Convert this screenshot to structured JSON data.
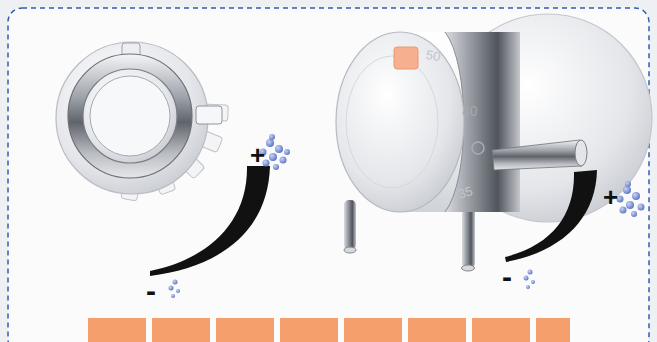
{
  "diagram": {
    "labels": [
      "+",
      "-",
      "+",
      "-",
      "50",
      "40",
      "35"
    ]
  }
}
